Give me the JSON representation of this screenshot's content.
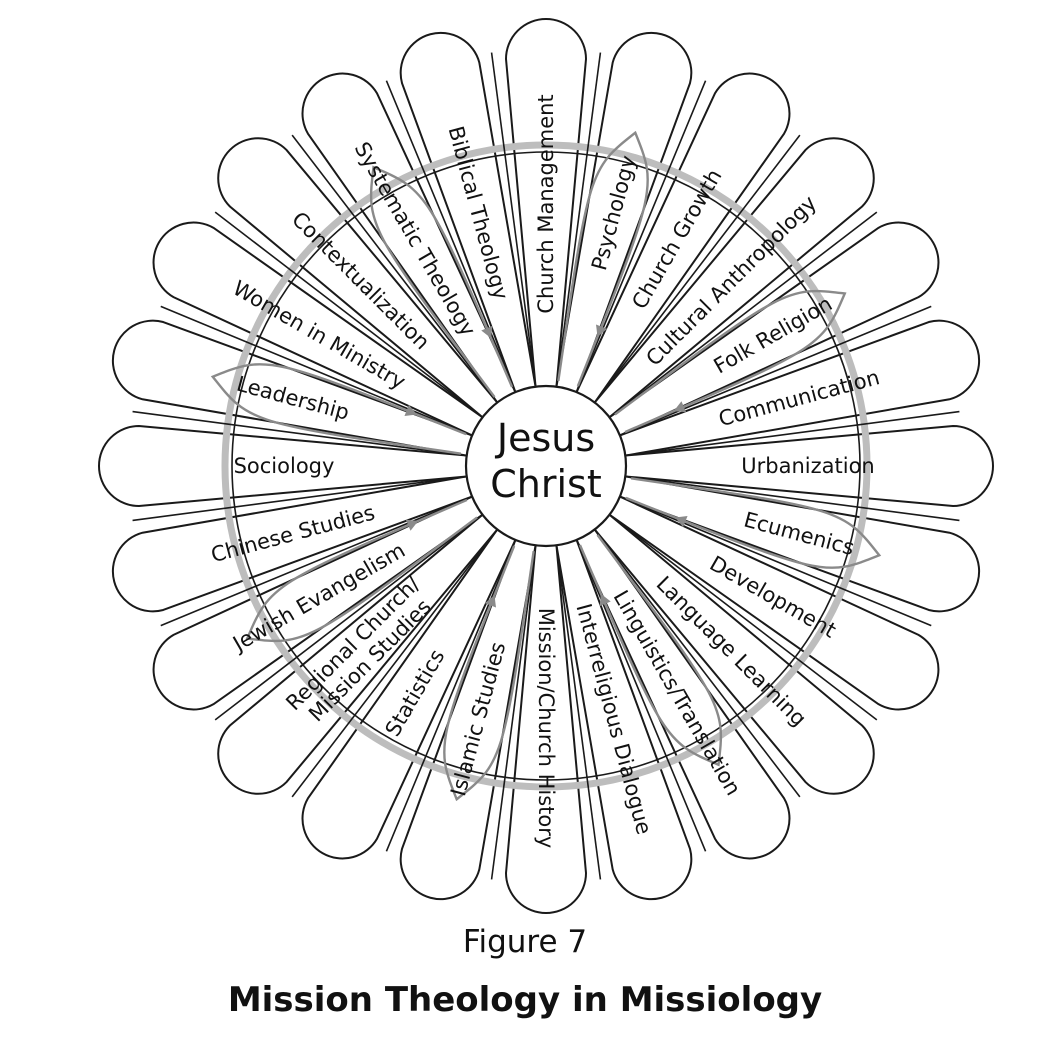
{
  "center": {
    "line1": "Jesus",
    "line2": "Christ"
  },
  "petals": [
    {
      "label": "Church Management"
    },
    {
      "label": "Psychology"
    },
    {
      "label": "Church Growth"
    },
    {
      "label": "Cultural Anthropology"
    },
    {
      "label": "Folk Religion"
    },
    {
      "label": "Communication"
    },
    {
      "label": "Urbanization"
    },
    {
      "label": "Ecumenics"
    },
    {
      "label": "Development"
    },
    {
      "label": "Language Learning"
    },
    {
      "label": "Linguistics/Translation"
    },
    {
      "label": "Interreligious Dialogue"
    },
    {
      "label": "Mission/Church History"
    },
    {
      "label": "Islamic Studies"
    },
    {
      "label": "Statistics"
    },
    {
      "label": "Regional Church/",
      "label2": "Mission Studies"
    },
    {
      "label": "Jewish Evangelism"
    },
    {
      "label": "Chinese Studies"
    },
    {
      "label": "Sociology"
    },
    {
      "label": "Leadership"
    },
    {
      "label": "Women in Ministry"
    },
    {
      "label": "Contextualization"
    },
    {
      "label": "Systematic Theology"
    },
    {
      "label": "Biblical Theology"
    }
  ],
  "caption": {
    "figure": "Figure 7",
    "title": "Mission Theology in Missiology"
  }
}
